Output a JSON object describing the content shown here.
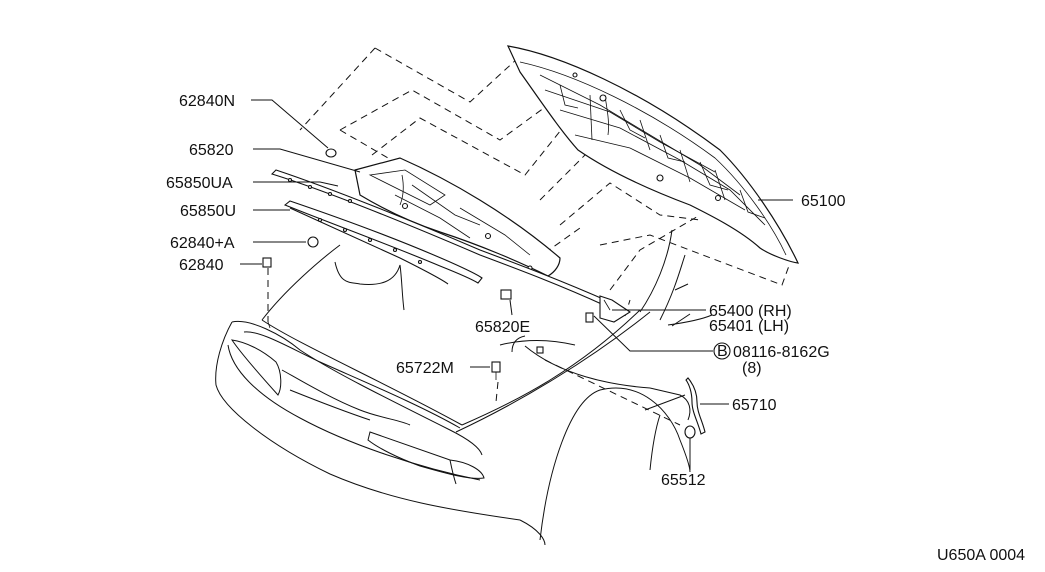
{
  "diagram": {
    "callouts": [
      {
        "id": "62840N",
        "text": "62840N"
      },
      {
        "id": "65820",
        "text": "65820"
      },
      {
        "id": "65850UA",
        "text": "65850UA"
      },
      {
        "id": "65850U",
        "text": "65850U"
      },
      {
        "id": "62840A",
        "text": "62840+A"
      },
      {
        "id": "62840",
        "text": "62840"
      },
      {
        "id": "65100",
        "text": "65100"
      },
      {
        "id": "65400",
        "text": "65400 (RH)"
      },
      {
        "id": "65401",
        "text": "65401 (LH)"
      },
      {
        "id": "65820E",
        "text": "65820E"
      },
      {
        "id": "bolt",
        "text": "08116-8162G"
      },
      {
        "id": "bolt_qty",
        "text": "(8)"
      },
      {
        "id": "65722M",
        "text": "65722M"
      },
      {
        "id": "65710",
        "text": "65710"
      },
      {
        "id": "65512",
        "text": "65512"
      }
    ],
    "bolt_symbol": "B",
    "figure_code": "U650A 0004"
  }
}
